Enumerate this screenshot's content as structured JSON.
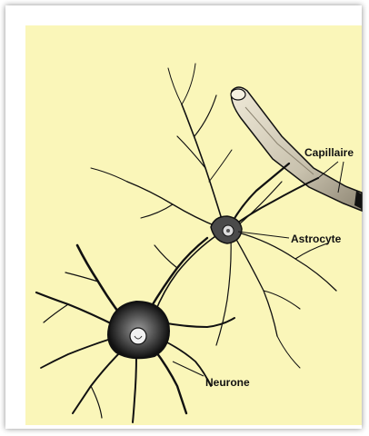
{
  "colors": {
    "panel_background": "#faf6b9",
    "ink": "#111111",
    "capillary_fill": "#d9d4c4"
  },
  "labels": {
    "capillary": "Capillaire",
    "astrocyte": "Astrocyte",
    "neuron": "Neurone"
  }
}
